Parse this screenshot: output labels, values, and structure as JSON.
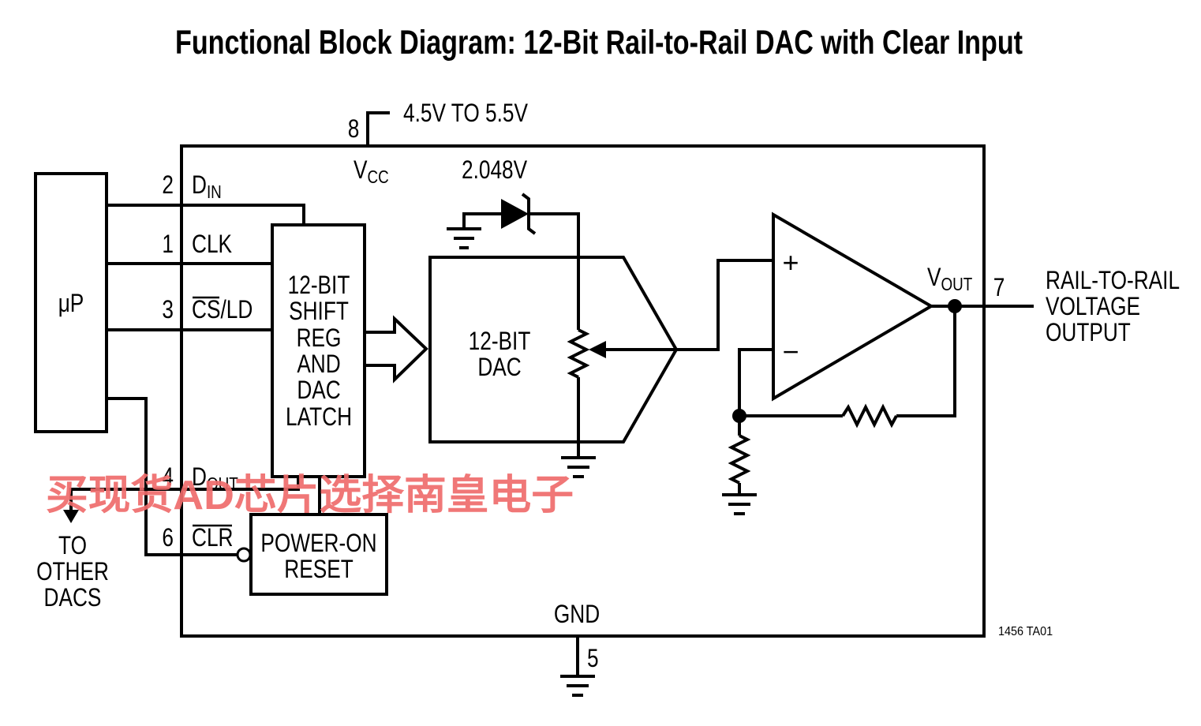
{
  "title": "Functional Block Diagram: 12-Bit Rail-to-Rail DAC with Clear Input",
  "supply_range": "4.5V TO 5.5V",
  "reference_voltage": "2.048V",
  "pins": {
    "vcc": {
      "number": "8",
      "name": "V",
      "name_sub": "CC"
    },
    "din": {
      "number": "2",
      "name": "D",
      "name_sub": "IN"
    },
    "clk": {
      "number": "1",
      "name": "CLK"
    },
    "cs_ld": {
      "number": "3",
      "name_overline": "CS",
      "name_rest": "/LD"
    },
    "dout": {
      "number": "4",
      "name": "D",
      "name_sub": "OUT"
    },
    "clr": {
      "number": "6",
      "name_overline": "CLR"
    },
    "vout": {
      "number": "7",
      "name": "V",
      "name_sub": "OUT"
    },
    "gnd": {
      "number": "5",
      "name": "GND"
    }
  },
  "blocks": {
    "microprocessor": "μP",
    "shift_register": [
      "12-BIT",
      "SHIFT",
      "REG",
      "AND",
      "DAC",
      "LATCH"
    ],
    "dac": [
      "12-BIT",
      "DAC"
    ],
    "power_on_reset": [
      "POWER-ON",
      "RESET"
    ],
    "op_amp": {
      "plus": "+",
      "minus": "−"
    }
  },
  "output_label": [
    "RAIL-TO-RAIL",
    "VOLTAGE",
    "OUTPUT"
  ],
  "dout_destination": [
    "TO",
    "OTHER",
    "DACS"
  ],
  "figure_code": "1456 TA01",
  "watermark": "买现货AD芯片选择南皇电子",
  "colors": {
    "line": "#000000",
    "background": "#ffffff",
    "watermark": "#ef6b6b"
  }
}
